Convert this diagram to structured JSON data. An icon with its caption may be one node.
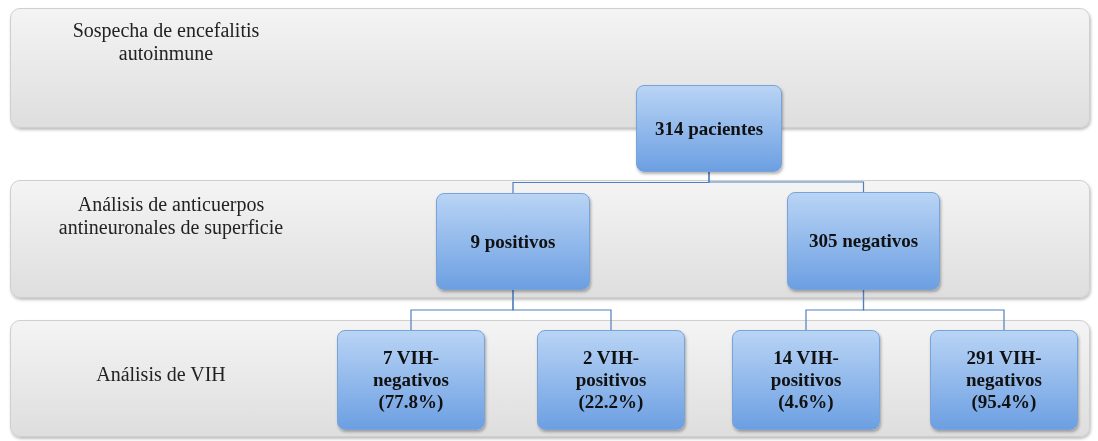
{
  "diagram": {
    "nodes": [
      {
        "text": [
          "Sospecha de encefalitis autoinmune"
        ]
      },
      {
        "text": [
          "314 pacientes"
        ]
      },
      {
        "text": [
          "Análisis de anticuerpos antineuronales de superficie"
        ]
      },
      {
        "text": [
          "9 positivos"
        ],
        "in": 2
      },
      {
        "text": [
          "305 negativos"
        ],
        "in": 2
      },
      {
        "text": [
          "Análisis de VIH"
        ]
      },
      {
        "text": [
          "7 VIH-negativos (77.8%)"
        ],
        "in": 5
      },
      {
        "text": [
          "2 VIH-positivos (22.2%)"
        ],
        "in": 5
      },
      {
        "text": [
          "14 VIH-positivos (4.6%)"
        ],
        "in": 5
      },
      {
        "text": [
          "291 VIH-negativos (95.4%)"
        ],
        "in": 5
      }
    ],
    "edges": [
      {
        "from": 1,
        "to": 3,
        "arrow": "none"
      },
      {
        "from": 1,
        "to": 4,
        "arrow": "none"
      },
      {
        "from": 3,
        "to": 6,
        "arrow": "none"
      },
      {
        "from": 3,
        "to": 7,
        "arrow": "none"
      },
      {
        "from": 4,
        "to": 8,
        "arrow": "none"
      },
      {
        "from": 4,
        "to": 9,
        "arrow": "none"
      }
    ]
  }
}
